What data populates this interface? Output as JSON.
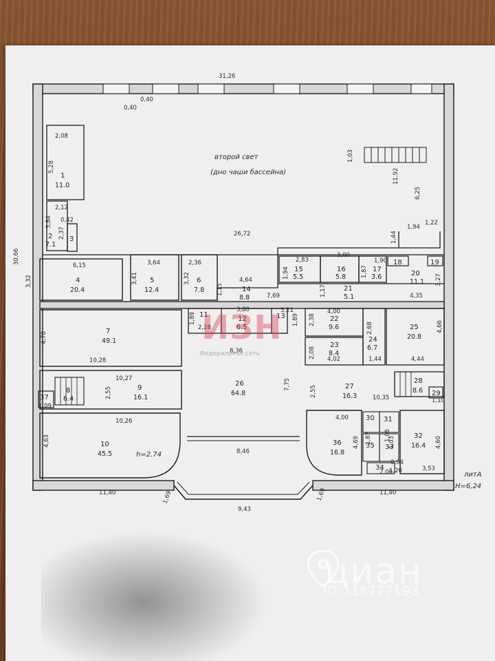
{
  "plan": {
    "overall_width": "31,26",
    "overall_height": "30,66",
    "pool_caption_line1": "второй свет",
    "pool_caption_line2": "(дно чаши бассейна)",
    "pool_width": "26,72",
    "lit_label": "литА",
    "height_label": "Н=6,24",
    "room_height_label": "h=2.74",
    "dims": {
      "d_040a": "0,40",
      "d_040b": "0,40",
      "d_208": "2,08",
      "d_528": "5,28",
      "d_212": "2,12",
      "d_384": "3,84",
      "d_042": "0,42",
      "d_237": "2,37",
      "d_103": "1,03",
      "d_1192": "11,92",
      "d_625": "6,25",
      "d_194": "1,94",
      "d_122": "1,22",
      "d_144": "1,44",
      "d_615": "6,15",
      "d_364": "3,64",
      "d_236": "2,36",
      "d_332": "3,32",
      "d_341": "3,41",
      "d_332b": "3,32",
      "d_464": "4,64",
      "d_769": "7,69",
      "d_115": "1,15",
      "d_283": "2,83",
      "d_300": "3,00",
      "d_190": "1,90",
      "d_194b": "1,94",
      "d_187": "1,87",
      "d_117": "1,17",
      "d_327": "3,27",
      "d_435": "4,35",
      "d_400": "4,00",
      "d_478": "4,78",
      "d_189": "1,89",
      "d_228": "2,28",
      "d_380": "3,80",
      "d_321": "3,21",
      "d_189b": "1,89",
      "d_238": "2,38",
      "d_268": "2,68",
      "d_466": "4,66",
      "d_1028": "10,28",
      "d_836": "8,36",
      "d_208b": "2,08",
      "d_402": "4,02",
      "d_144b": "1,44",
      "d_444": "4,44",
      "d_1027": "10,27",
      "d_255": "2,55",
      "d_775": "7,75",
      "d_255b": "2,55",
      "d_1035": "10,35",
      "d_110": "1,10",
      "d_109": "1,09",
      "d_1026": "10,26",
      "d_463": "4,63",
      "d_400b": "4,00",
      "d_469": "4,69",
      "d_460": "4,60",
      "d_846": "8,46",
      "d_353": "3,53",
      "d_120": "1,20",
      "d_1140": "11,40",
      "d_1140b": "11,40",
      "d_169": "1,69",
      "d_169b": "1,69",
      "d_943": "9,43",
      "d_187b": "1,87",
      "d_106": "1,06",
      "d_103b": "1,03",
      "d_004": "0,04",
      "d_200": "2,00"
    },
    "rooms": [
      {
        "num": "1",
        "area": "11.0"
      },
      {
        "num": "2",
        "area": "7.1"
      },
      {
        "num": "3",
        "area": ""
      },
      {
        "num": "4",
        "area": "20.4"
      },
      {
        "num": "5",
        "area": "12.4"
      },
      {
        "num": "6",
        "area": "7.8"
      },
      {
        "num": "7",
        "area": "49.1"
      },
      {
        "num": "8",
        "area": "6.4"
      },
      {
        "num": "9",
        "area": "16.1"
      },
      {
        "num": "10",
        "area": "45.5"
      },
      {
        "num": "11",
        "area": ""
      },
      {
        "num": "12",
        "area": "6.5"
      },
      {
        "num": "13",
        "area": ""
      },
      {
        "num": "14",
        "area": "8.8"
      },
      {
        "num": "15",
        "area": "5.5"
      },
      {
        "num": "16",
        "area": "5.8"
      },
      {
        "num": "17",
        "area": "3.6"
      },
      {
        "num": "18",
        "area": ""
      },
      {
        "num": "19",
        "area": ""
      },
      {
        "num": "20",
        "area": "11.1"
      },
      {
        "num": "21",
        "area": "5.1"
      },
      {
        "num": "22",
        "area": "9.6"
      },
      {
        "num": "23",
        "area": "8.4"
      },
      {
        "num": "24",
        "area": "6.7"
      },
      {
        "num": "25",
        "area": "20.8"
      },
      {
        "num": "26",
        "area": "64.8"
      },
      {
        "num": "27",
        "area": "16.3"
      },
      {
        "num": "28",
        "area": "8.6"
      },
      {
        "num": "29",
        "area": ""
      },
      {
        "num": "30",
        "area": ""
      },
      {
        "num": "31",
        "area": ""
      },
      {
        "num": "32",
        "area": "16.4"
      },
      {
        "num": "33",
        "area": ""
      },
      {
        "num": "34",
        "area": ""
      },
      {
        "num": "35",
        "area": ""
      },
      {
        "num": "36",
        "area": "16.8"
      },
      {
        "num": "37",
        "area": ""
      }
    ]
  },
  "watermark": {
    "logo": "ИЗН",
    "text": "Федеральная сеть"
  },
  "cian": {
    "logo": "циан",
    "id": "ID 318777193"
  }
}
